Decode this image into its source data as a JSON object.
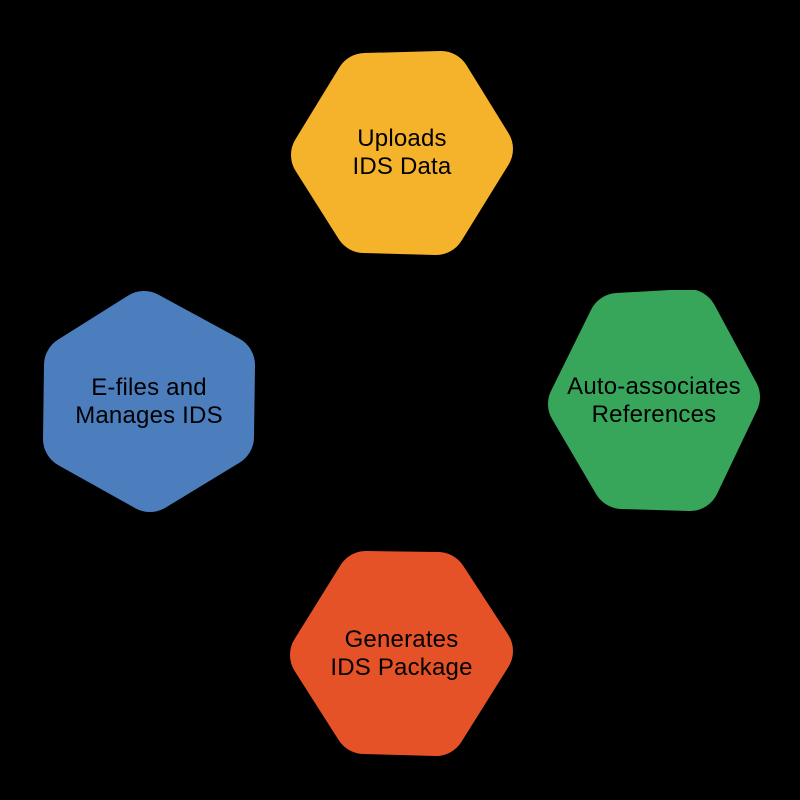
{
  "diagram": {
    "background_color": "#000000",
    "text_color": "#000000",
    "nodes": [
      {
        "id": "uploads-ids-data",
        "line1": "Uploads",
        "line2": "IDS Data",
        "color": "#F5B32B"
      },
      {
        "id": "efiles-manages-ids",
        "line1": "E-files and",
        "line2": "Manages IDS",
        "color": "#4C7EBD"
      },
      {
        "id": "auto-associates-references",
        "line1": "Auto-associates",
        "line2": "References",
        "color": "#38A65A"
      },
      {
        "id": "generates-ids-package",
        "line1": "Generates",
        "line2": "IDS Package",
        "color": "#E65228"
      }
    ]
  }
}
